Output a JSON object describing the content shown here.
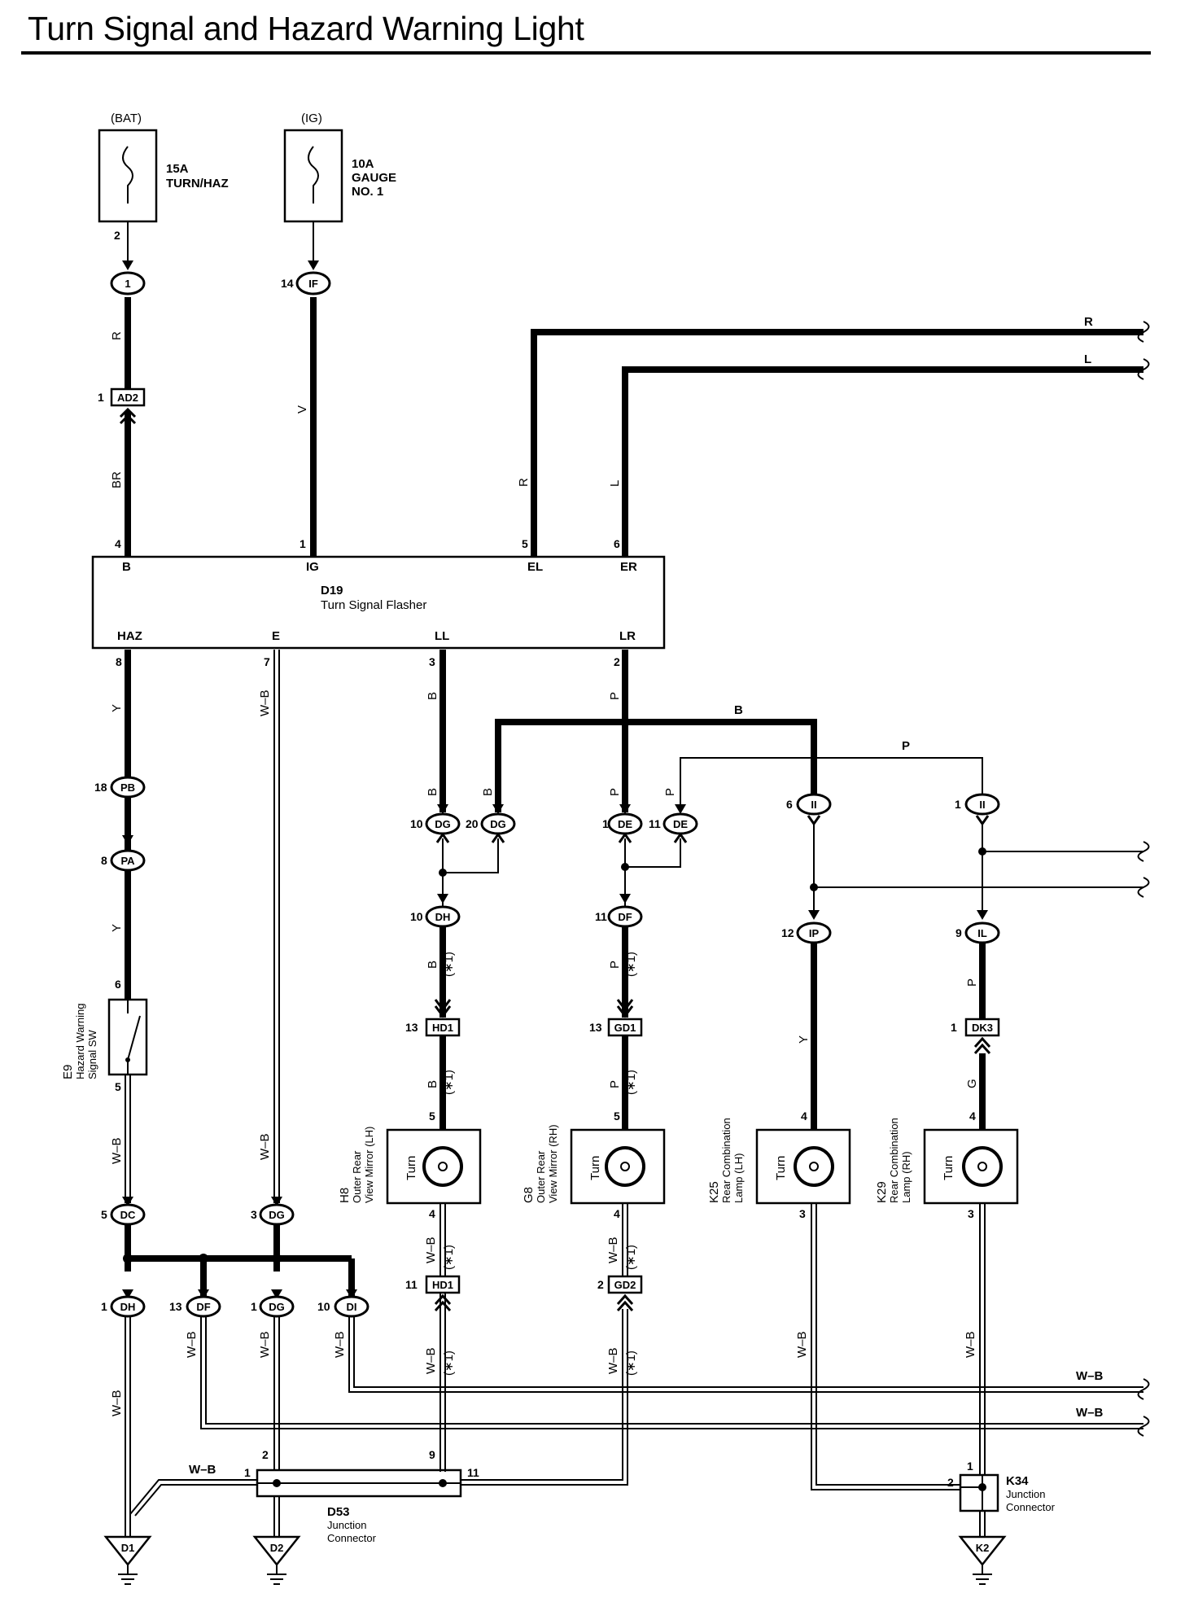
{
  "title": "Turn Signal and Hazard Warning Light",
  "fuses": {
    "bat_label": "(BAT)",
    "bat_amp": "15A",
    "bat_name": "TURN/HAZ",
    "ig_label": "(IG)",
    "ig_amp": "10A",
    "ig_name1": "GAUGE",
    "ig_name2": "NO. 1"
  },
  "flasher": {
    "id": "D19",
    "name": "Turn Signal Flasher",
    "top_pins": [
      "B",
      "IG",
      "EL",
      "ER"
    ],
    "top_nums": [
      "4",
      "1",
      "5",
      "6"
    ],
    "bottom_pins": [
      "HAZ",
      "E",
      "LL",
      "LR"
    ],
    "bottom_nums": [
      "8",
      "7",
      "3",
      "2"
    ]
  },
  "connectors": {
    "c1": "1",
    "if": "IF",
    "ad2": "AD2",
    "pb": "PB",
    "pa": "PA",
    "dg": "DG",
    "de": "DE",
    "ii": "II",
    "dh": "DH",
    "df": "DF",
    "ip": "IP",
    "il": "IL",
    "hd1": "HD1",
    "gd1": "GD1",
    "dk3": "DK3",
    "dc": "DC",
    "hd2": "HD1",
    "gd2": "GD2",
    "di": "DI"
  },
  "pins": {
    "p2": "2",
    "p14": "14",
    "p1": "1",
    "p18": "18",
    "p8": "8",
    "p6": "6",
    "p5": "5",
    "p10": "10",
    "p20": "20",
    "p11": "11",
    "p12": "12",
    "p9": "9",
    "p13": "13",
    "p4": "4",
    "p3": "3"
  },
  "wires": {
    "r": "R",
    "l": "L",
    "v": "V",
    "br": "BR",
    "y": "Y",
    "wb": "W–B",
    "b": "B",
    "p": "P",
    "g": "G",
    "star1": "(∗1)"
  },
  "switch": {
    "id": "E9",
    "line1": "Hazard Warning",
    "line2": "Signal SW"
  },
  "lamps": {
    "turn": "Turn",
    "h8_id": "H8",
    "h8_l1": "Outer Rear",
    "h8_l2": "View Mirror (LH)",
    "g8_id": "G8",
    "g8_l1": "Outer Rear",
    "g8_l2": "View Mirror (RH)",
    "k25_id": "K25",
    "k25_l1": "Rear Combination",
    "k25_l2": "Lamp (LH)",
    "k29_id": "K29",
    "k29_l1": "Rear Combination",
    "k29_l2": "Lamp (RH)"
  },
  "junctions": {
    "d53_id": "D53",
    "d53_l1": "Junction",
    "d53_l2": "Connector",
    "k34_id": "K34",
    "k34_l1": "Junction",
    "k34_l2": "Connector"
  },
  "grounds": {
    "d1": "D1",
    "d2": "D2",
    "k2": "K2"
  }
}
